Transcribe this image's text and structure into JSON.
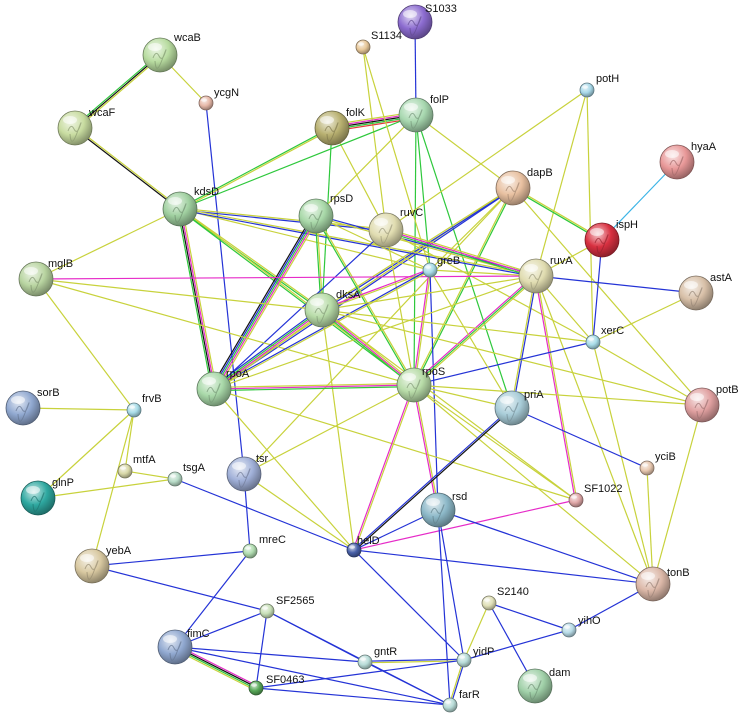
{
  "edge_colors": {
    "textmining": "#c8d23c",
    "experiments": "#e62bc8",
    "database": "#3cb4e6",
    "coexpression": "#111111",
    "neighborhood": "#2ec83c",
    "cooccurrence": "#2433d6",
    "fusion": "#e33b3b",
    "homology": "#9999ff"
  },
  "nodes": [
    {
      "id": "S1033",
      "color": "#8c6cd0",
      "size": "large"
    },
    {
      "id": "S1134",
      "color": "#e8c89a",
      "size": "small"
    },
    {
      "id": "wcaB",
      "color": "#b8dca0",
      "size": "large"
    },
    {
      "id": "ycgN",
      "color": "#e6b8a8",
      "size": "small"
    },
    {
      "id": "wcaF",
      "color": "#c8dca0",
      "size": "large"
    },
    {
      "id": "folK",
      "color": "#b8b070",
      "size": "large"
    },
    {
      "id": "folP",
      "color": "#a8d8b0",
      "size": "large"
    },
    {
      "id": "potH",
      "color": "#a8d8e8",
      "size": "small"
    },
    {
      "id": "hyaA",
      "color": "#e89898",
      "size": "large"
    },
    {
      "id": "dapB",
      "color": "#e8c0a0",
      "size": "large"
    },
    {
      "id": "ispH",
      "color": "#d83040",
      "size": "large"
    },
    {
      "id": "kdsD",
      "color": "#a0d0a0",
      "size": "large"
    },
    {
      "id": "rpsD",
      "color": "#a8d8a8",
      "size": "large"
    },
    {
      "id": "ruvC",
      "color": "#e0dcb0",
      "size": "large"
    },
    {
      "id": "mglB",
      "color": "#b8d4a0",
      "size": "large"
    },
    {
      "id": "greB",
      "color": "#a8dce8",
      "size": "small"
    },
    {
      "id": "ruvA",
      "color": "#e0dcb0",
      "size": "large"
    },
    {
      "id": "astA",
      "color": "#d8c0a8",
      "size": "large"
    },
    {
      "id": "dksA",
      "color": "#b8dca8",
      "size": "large"
    },
    {
      "id": "xerC",
      "color": "#a8dce8",
      "size": "small"
    },
    {
      "id": "sorB",
      "color": "#90a8d0",
      "size": "large"
    },
    {
      "id": "frvB",
      "color": "#a8dce8",
      "size": "small"
    },
    {
      "id": "rpoA",
      "color": "#a8d8a8",
      "size": "large"
    },
    {
      "id": "rpoS",
      "color": "#b8dca8",
      "size": "large"
    },
    {
      "id": "priA",
      "color": "#a8ccd8",
      "size": "large"
    },
    {
      "id": "potB",
      "color": "#e0a0a0",
      "size": "large"
    },
    {
      "id": "glnP",
      "color": "#2ea8a0",
      "size": "large"
    },
    {
      "id": "mtfA",
      "color": "#d8d8a8",
      "size": "small"
    },
    {
      "id": "tsgA",
      "color": "#b8dcc8",
      "size": "small"
    },
    {
      "id": "tsr",
      "color": "#a0b0d8",
      "size": "large"
    },
    {
      "id": "yciB",
      "color": "#e8c8b0",
      "size": "small"
    },
    {
      "id": "SF1022",
      "color": "#e0a8a8",
      "size": "small"
    },
    {
      "id": "rsd",
      "color": "#8cb8c8",
      "size": "large"
    },
    {
      "id": "yebA",
      "color": "#d8c8a0",
      "size": "large"
    },
    {
      "id": "mreC",
      "color": "#b0dcb0",
      "size": "small"
    },
    {
      "id": "helD",
      "color": "#4860a8",
      "size": "small"
    },
    {
      "id": "tonB",
      "color": "#dcb8a8",
      "size": "large"
    },
    {
      "id": "SF2565",
      "color": "#c8e0b8",
      "size": "small"
    },
    {
      "id": "S2140",
      "color": "#e0e0b8",
      "size": "small"
    },
    {
      "id": "fimC",
      "color": "#90a8d0",
      "size": "large"
    },
    {
      "id": "yihO",
      "color": "#b8dce8",
      "size": "small"
    },
    {
      "id": "gntR",
      "color": "#b8dcd8",
      "size": "small"
    },
    {
      "id": "yidP",
      "color": "#b8dcd8",
      "size": "small"
    },
    {
      "id": "SF0463",
      "color": "#58a858",
      "size": "small"
    },
    {
      "id": "dam",
      "color": "#a0d0a8",
      "size": "large"
    },
    {
      "id": "farR",
      "color": "#b8dcd8",
      "size": "small"
    }
  ],
  "edges": [
    {
      "a": "wcaB",
      "b": "wcaF",
      "types": [
        "textmining",
        "coexpression",
        "neighborhood"
      ]
    },
    {
      "a": "wcaB",
      "b": "ycgN",
      "types": [
        "textmining"
      ]
    },
    {
      "a": "ycgN",
      "b": "tsr",
      "types": [
        "cooccurrence"
      ]
    },
    {
      "a": "S1033",
      "b": "folP",
      "types": [
        "cooccurrence"
      ]
    },
    {
      "a": "S1134",
      "b": "ruvC",
      "types": [
        "textmining"
      ]
    },
    {
      "a": "wcaF",
      "b": "kdsD",
      "types": [
        "textmining",
        "coexpression"
      ]
    },
    {
      "a": "folK",
      "b": "folP",
      "types": [
        "textmining",
        "experiments",
        "coexpression",
        "neighborhood",
        "fusion"
      ]
    },
    {
      "a": "folK",
      "b": "kdsD",
      "types": [
        "textmining",
        "neighborhood"
      ]
    },
    {
      "a": "folK",
      "b": "ruvC",
      "types": [
        "textmining"
      ]
    },
    {
      "a": "folK",
      "b": "dksA",
      "types": [
        "neighborhood"
      ]
    },
    {
      "a": "folP",
      "b": "kdsD",
      "types": [
        "neighborhood"
      ]
    },
    {
      "a": "folP",
      "b": "dapB",
      "types": [
        "textmining"
      ]
    },
    {
      "a": "folP",
      "b": "rpsD",
      "types": [
        "textmining"
      ]
    },
    {
      "a": "folP",
      "b": "greB",
      "types": [
        "neighborhood"
      ]
    },
    {
      "a": "folP",
      "b": "priA",
      "types": [
        "neighborhood"
      ]
    },
    {
      "a": "folP",
      "b": "rpoS",
      "types": [
        "neighborhood"
      ]
    },
    {
      "a": "S1134",
      "b": "greB",
      "types": [
        "textmining"
      ]
    },
    {
      "a": "potH",
      "b": "ruvC",
      "types": [
        "textmining"
      ]
    },
    {
      "a": "potH",
      "b": "ruvA",
      "types": [
        "textmining"
      ]
    },
    {
      "a": "potH",
      "b": "xerC",
      "types": [
        "textmining"
      ]
    },
    {
      "a": "hyaA",
      "b": "ispH",
      "types": [
        "database"
      ]
    },
    {
      "a": "dapB",
      "b": "ispH",
      "types": [
        "textmining",
        "neighborhood"
      ]
    },
    {
      "a": "dapB",
      "b": "rpoA",
      "types": [
        "cooccurrence",
        "textmining"
      ]
    },
    {
      "a": "dapB",
      "b": "dksA",
      "types": [
        "cooccurrence",
        "textmining"
      ]
    },
    {
      "a": "dapB",
      "b": "rpoS",
      "types": [
        "neighborhood",
        "textmining"
      ]
    },
    {
      "a": "dapB",
      "b": "greB",
      "types": [
        "textmining"
      ]
    },
    {
      "a": "dapB",
      "b": "potB",
      "types": [
        "textmining"
      ]
    },
    {
      "a": "dapB",
      "b": "tsr",
      "types": [
        "textmining"
      ]
    },
    {
      "a": "ispH",
      "b": "ruvA",
      "types": [
        "textmining"
      ]
    },
    {
      "a": "ispH",
      "b": "xerC",
      "types": [
        "cooccurrence"
      ]
    },
    {
      "a": "kdsD",
      "b": "rpoA",
      "types": [
        "textmining",
        "experiments",
        "coexpression",
        "neighborhood"
      ]
    },
    {
      "a": "kdsD",
      "b": "dksA",
      "types": [
        "textmining",
        "neighborhood"
      ]
    },
    {
      "a": "kdsD",
      "b": "rpoS",
      "types": [
        "textmining",
        "neighborhood"
      ]
    },
    {
      "a": "kdsD",
      "b": "ruvC",
      "types": [
        "textmining",
        "cooccurrence"
      ]
    },
    {
      "a": "kdsD",
      "b": "greB",
      "types": [
        "textmining"
      ]
    },
    {
      "a": "kdsD",
      "b": "mglB",
      "types": [
        "textmining"
      ]
    },
    {
      "a": "kdsD",
      "b": "ruvA",
      "types": [
        "textmining",
        "cooccurrence"
      ]
    },
    {
      "a": "rpsD",
      "b": "rpoA",
      "types": [
        "textmining",
        "experiments",
        "neighborhood",
        "cooccurrence",
        "coexpression"
      ]
    },
    {
      "a": "rpsD",
      "b": "dksA",
      "types": [
        "textmining",
        "neighborhood"
      ]
    },
    {
      "a": "rpsD",
      "b": "rpoS",
      "types": [
        "textmining",
        "neighborhood"
      ]
    },
    {
      "a": "rpsD",
      "b": "greB",
      "types": [
        "textmining"
      ]
    },
    {
      "a": "rpsD",
      "b": "ruvA",
      "types": [
        "cooccurrence",
        "textmining"
      ]
    },
    {
      "a": "ruvC",
      "b": "ruvA",
      "types": [
        "textmining",
        "experiments",
        "neighborhood"
      ]
    },
    {
      "a": "ruvC",
      "b": "rpoS",
      "types": [
        "textmining"
      ]
    },
    {
      "a": "ruvC",
      "b": "rpoA",
      "types": [
        "cooccurrence"
      ]
    },
    {
      "a": "ruvC",
      "b": "xerC",
      "types": [
        "textmining"
      ]
    },
    {
      "a": "mglB",
      "b": "ruvA",
      "types": [
        "experiments"
      ]
    },
    {
      "a": "mglB",
      "b": "frvB",
      "types": [
        "textmining"
      ]
    },
    {
      "a": "mglB",
      "b": "dksA",
      "types": [
        "textmining"
      ]
    },
    {
      "a": "mglB",
      "b": "rpoS",
      "types": [
        "textmining"
      ]
    },
    {
      "a": "greB",
      "b": "dksA",
      "types": [
        "textmining",
        "experiments"
      ]
    },
    {
      "a": "greB",
      "b": "rpoA",
      "types": [
        "textmining",
        "cooccurrence"
      ]
    },
    {
      "a": "greB",
      "b": "rpoS",
      "types": [
        "textmining",
        "experiments"
      ]
    },
    {
      "a": "greB",
      "b": "ruvA",
      "types": [
        "textmining"
      ]
    },
    {
      "a": "greB",
      "b": "rsd",
      "types": [
        "cooccurrence"
      ]
    },
    {
      "a": "ruvA",
      "b": "rpoS",
      "types": [
        "textmining",
        "neighborhood",
        "experiments"
      ]
    },
    {
      "a": "ruvA",
      "b": "dksA",
      "types": [
        "textmining"
      ]
    },
    {
      "a": "ruvA",
      "b": "priA",
      "types": [
        "cooccurrence",
        "textmining"
      ]
    },
    {
      "a": "ruvA",
      "b": "SF1022",
      "types": [
        "textmining",
        "experiments"
      ]
    },
    {
      "a": "ruvA",
      "b": "xerC",
      "types": [
        "textmining"
      ]
    },
    {
      "a": "ruvA",
      "b": "tonB",
      "types": [
        "textmining"
      ]
    },
    {
      "a": "ruvA",
      "b": "rpoA",
      "types": [
        "textmining"
      ]
    },
    {
      "a": "ruvA",
      "b": "astA",
      "types": [
        "cooccurrence"
      ]
    },
    {
      "a": "astA",
      "b": "xerC",
      "types": [
        "textmining"
      ]
    },
    {
      "a": "dksA",
      "b": "rpoA",
      "types": [
        "textmining",
        "experiments",
        "neighborhood",
        "cooccurrence"
      ]
    },
    {
      "a": "dksA",
      "b": "rpoS",
      "types": [
        "textmining",
        "experiments",
        "neighborhood"
      ]
    },
    {
      "a": "dksA",
      "b": "helD",
      "types": [
        "textmining"
      ]
    },
    {
      "a": "dksA",
      "b": "SF1022",
      "types": [
        "textmining"
      ]
    },
    {
      "a": "dksA",
      "b": "xerC",
      "types": [
        "textmining"
      ]
    },
    {
      "a": "dksA",
      "b": "potB",
      "types": [
        "textmining"
      ]
    },
    {
      "a": "xerC",
      "b": "rpoS",
      "types": [
        "cooccurrence"
      ]
    },
    {
      "a": "xerC",
      "b": "potB",
      "types": [
        "textmining"
      ]
    },
    {
      "a": "xerC",
      "b": "tonB",
      "types": [
        "textmining"
      ]
    },
    {
      "a": "rpoA",
      "b": "rpoS",
      "types": [
        "textmining",
        "experiments",
        "neighborhood"
      ]
    },
    {
      "a": "rpoA",
      "b": "helD",
      "types": [
        "textmining"
      ]
    },
    {
      "a": "rpoA",
      "b": "SF1022",
      "types": [
        "textmining"
      ]
    },
    {
      "a": "rpoS",
      "b": "rsd",
      "types": [
        "textmining",
        "experiments"
      ]
    },
    {
      "a": "rpoS",
      "b": "helD",
      "types": [
        "textmining",
        "experiments"
      ]
    },
    {
      "a": "rpoS",
      "b": "tsr",
      "types": [
        "textmining"
      ]
    },
    {
      "a": "rpoS",
      "b": "SF1022",
      "types": [
        "textmining"
      ]
    },
    {
      "a": "rpoS",
      "b": "priA",
      "types": [
        "textmining"
      ]
    },
    {
      "a": "rpoS",
      "b": "tonB",
      "types": [
        "textmining"
      ]
    },
    {
      "a": "rpoS",
      "b": "potB",
      "types": [
        "textmining"
      ]
    },
    {
      "a": "priA",
      "b": "helD",
      "types": [
        "coexpression",
        "cooccurrence"
      ]
    },
    {
      "a": "priA",
      "b": "yciB",
      "types": [
        "cooccurrence"
      ]
    },
    {
      "a": "priA",
      "b": "greB",
      "types": [
        "textmining"
      ]
    },
    {
      "a": "frvB",
      "b": "glnP",
      "types": [
        "textmining"
      ]
    },
    {
      "a": "frvB",
      "b": "sorB",
      "types": [
        "textmining"
      ]
    },
    {
      "a": "frvB",
      "b": "mtfA",
      "types": [
        "textmining"
      ]
    },
    {
      "a": "frvB",
      "b": "yebA",
      "types": [
        "textmining"
      ]
    },
    {
      "a": "mtfA",
      "b": "tsgA",
      "types": [
        "textmining"
      ]
    },
    {
      "a": "glnP",
      "b": "tsgA",
      "types": [
        "textmining"
      ]
    },
    {
      "a": "tsgA",
      "b": "helD",
      "types": [
        "cooccurrence"
      ]
    },
    {
      "a": "tsr",
      "b": "mreC",
      "types": [
        "cooccurrence"
      ]
    },
    {
      "a": "tsr",
      "b": "helD",
      "types": [
        "textmining"
      ]
    },
    {
      "a": "yebA",
      "b": "mreC",
      "types": [
        "cooccurrence"
      ]
    },
    {
      "a": "yebA",
      "b": "SF2565",
      "types": [
        "cooccurrence"
      ]
    },
    {
      "a": "mreC",
      "b": "fimC",
      "types": [
        "cooccurrence"
      ]
    },
    {
      "a": "helD",
      "b": "SF1022",
      "types": [
        "experiments"
      ]
    },
    {
      "a": "helD",
      "b": "tonB",
      "types": [
        "cooccurrence"
      ]
    },
    {
      "a": "helD",
      "b": "yidP",
      "types": [
        "cooccurrence"
      ]
    },
    {
      "a": "helD",
      "b": "rsd",
      "types": [
        "cooccurrence"
      ]
    },
    {
      "a": "rsd",
      "b": "tonB",
      "types": [
        "cooccurrence"
      ]
    },
    {
      "a": "rsd",
      "b": "yidP",
      "types": [
        "cooccurrence"
      ]
    },
    {
      "a": "rsd",
      "b": "farR",
      "types": [
        "cooccurrence"
      ]
    },
    {
      "a": "yciB",
      "b": "tonB",
      "types": [
        "textmining"
      ]
    },
    {
      "a": "potB",
      "b": "tonB",
      "types": [
        "textmining"
      ]
    },
    {
      "a": "tonB",
      "b": "yihO",
      "types": [
        "cooccurrence"
      ]
    },
    {
      "a": "SF2565",
      "b": "fimC",
      "types": [
        "cooccurrence"
      ]
    },
    {
      "a": "SF2565",
      "b": "SF0463",
      "types": [
        "cooccurrence"
      ]
    },
    {
      "a": "SF2565",
      "b": "gntR",
      "types": [
        "cooccurrence"
      ]
    },
    {
      "a": "SF2565",
      "b": "farR",
      "types": [
        "cooccurrence"
      ]
    },
    {
      "a": "fimC",
      "b": "SF0463",
      "types": [
        "experiments",
        "coexpression",
        "neighborhood",
        "textmining"
      ]
    },
    {
      "a": "fimC",
      "b": "gntR",
      "types": [
        "cooccurrence"
      ]
    },
    {
      "a": "fimC",
      "b": "farR",
      "types": [
        "cooccurrence"
      ]
    },
    {
      "a": "S2140",
      "b": "yihO",
      "types": [
        "cooccurrence"
      ]
    },
    {
      "a": "S2140",
      "b": "dam",
      "types": [
        "cooccurrence"
      ]
    },
    {
      "a": "S2140",
      "b": "yidP",
      "types": [
        "textmining"
      ]
    },
    {
      "a": "gntR",
      "b": "yidP",
      "types": [
        "cooccurrence",
        "textmining"
      ]
    },
    {
      "a": "gntR",
      "b": "farR",
      "types": [
        "cooccurrence"
      ]
    },
    {
      "a": "yidP",
      "b": "farR",
      "types": [
        "cooccurrence",
        "textmining"
      ]
    },
    {
      "a": "yidP",
      "b": "yihO",
      "types": [
        "cooccurrence"
      ]
    },
    {
      "a": "SF0463",
      "b": "farR",
      "types": [
        "cooccurrence"
      ]
    },
    {
      "a": "SF0463",
      "b": "yidP",
      "types": [
        "cooccurrence"
      ]
    }
  ]
}
